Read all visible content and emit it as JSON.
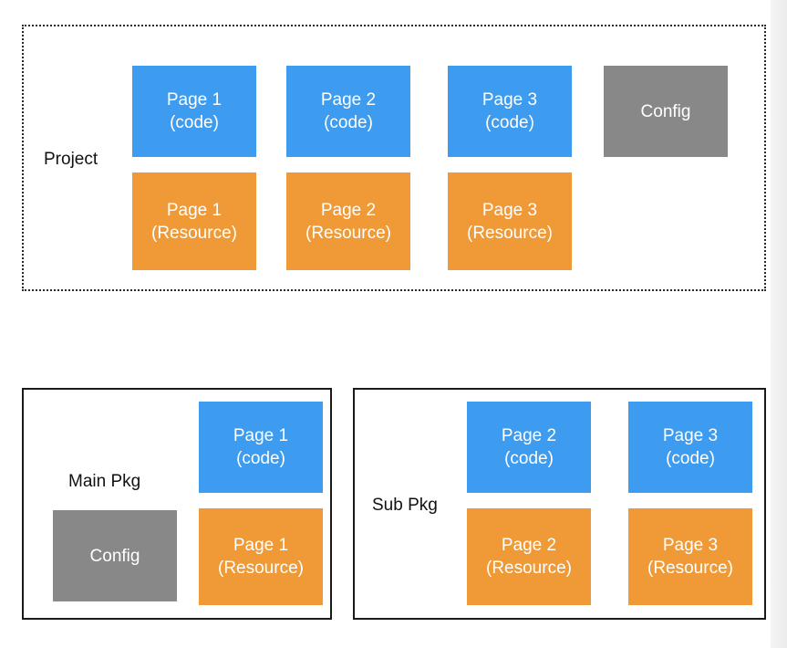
{
  "project": {
    "label": "Project",
    "blocks": [
      {
        "line1": "Page 1",
        "line2": "(code)"
      },
      {
        "line1": "Page 2",
        "line2": "(code)"
      },
      {
        "line1": "Page 3",
        "line2": "(code)"
      },
      {
        "line1": "Config"
      },
      {
        "line1": "Page 1",
        "line2": "(Resource)"
      },
      {
        "line1": "Page 2",
        "line2": "(Resource)"
      },
      {
        "line1": "Page 3",
        "line2": "(Resource)"
      }
    ]
  },
  "main_pkg": {
    "label": "Main Pkg",
    "blocks": [
      {
        "line1": "Page 1",
        "line2": "(code)"
      },
      {
        "line1": "Config"
      },
      {
        "line1": "Page 1",
        "line2": "(Resource)"
      }
    ]
  },
  "sub_pkg": {
    "label": "Sub Pkg",
    "blocks": [
      {
        "line1": "Page 2",
        "line2": "(code)"
      },
      {
        "line1": "Page 3",
        "line2": "(code)"
      },
      {
        "line1": "Page 2",
        "line2": "(Resource)"
      },
      {
        "line1": "Page 3",
        "line2": "(Resource)"
      }
    ]
  },
  "colors": {
    "code": "#3d9cef",
    "resource": "#ef9a37",
    "config": "#888888"
  }
}
